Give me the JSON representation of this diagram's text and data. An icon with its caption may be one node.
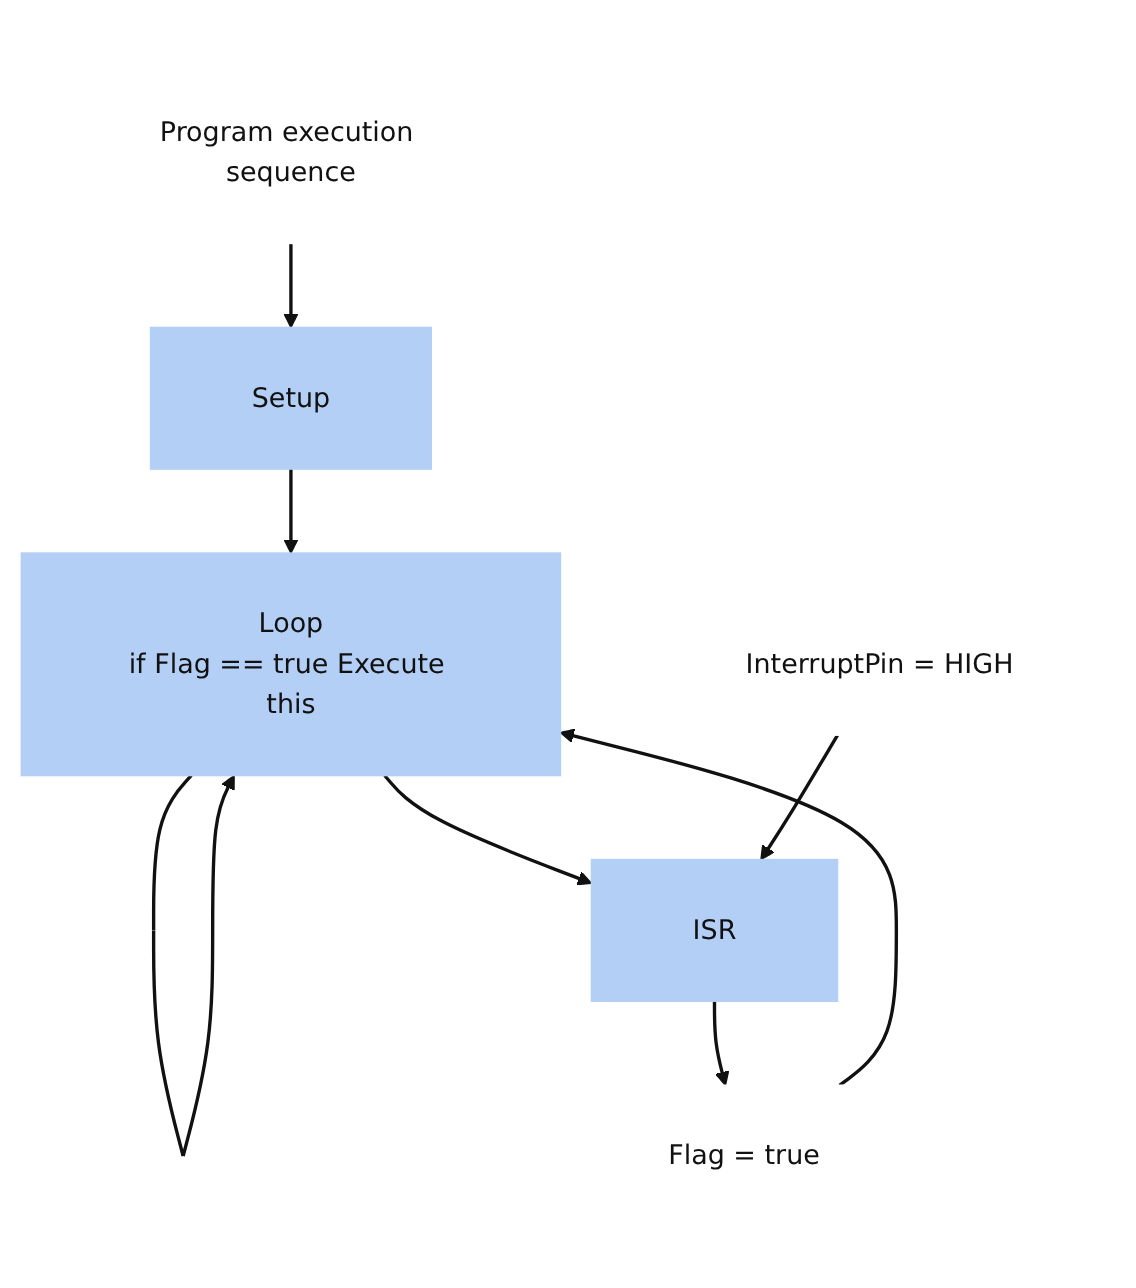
{
  "diagram": {
    "nodes": [
      {
        "text": [
          "Program execution sequence"
        ]
      },
      {
        "text": [
          "Setup"
        ]
      },
      {
        "text": [
          "Loop",
          "if Flag == true Execute this"
        ]
      },
      {
        "text": [
          "InterruptPin = HIGH"
        ]
      },
      {
        "text": [
          "ISR"
        ]
      },
      {
        "text": [
          "Flag = true"
        ]
      }
    ],
    "edges": [
      {
        "from": 0,
        "to": 1,
        "arrow": "to"
      },
      {
        "from": 1,
        "to": 2,
        "arrow": "to"
      },
      {
        "from": 2,
        "to": 2,
        "arrow": "to"
      },
      {
        "from": 2,
        "to": 4,
        "arrow": "to"
      },
      {
        "from": 3,
        "to": 4,
        "arrow": "to"
      },
      {
        "from": 4,
        "to": 5,
        "arrow": "to"
      },
      {
        "from": 5,
        "to": 2,
        "arrow": "to"
      }
    ]
  }
}
